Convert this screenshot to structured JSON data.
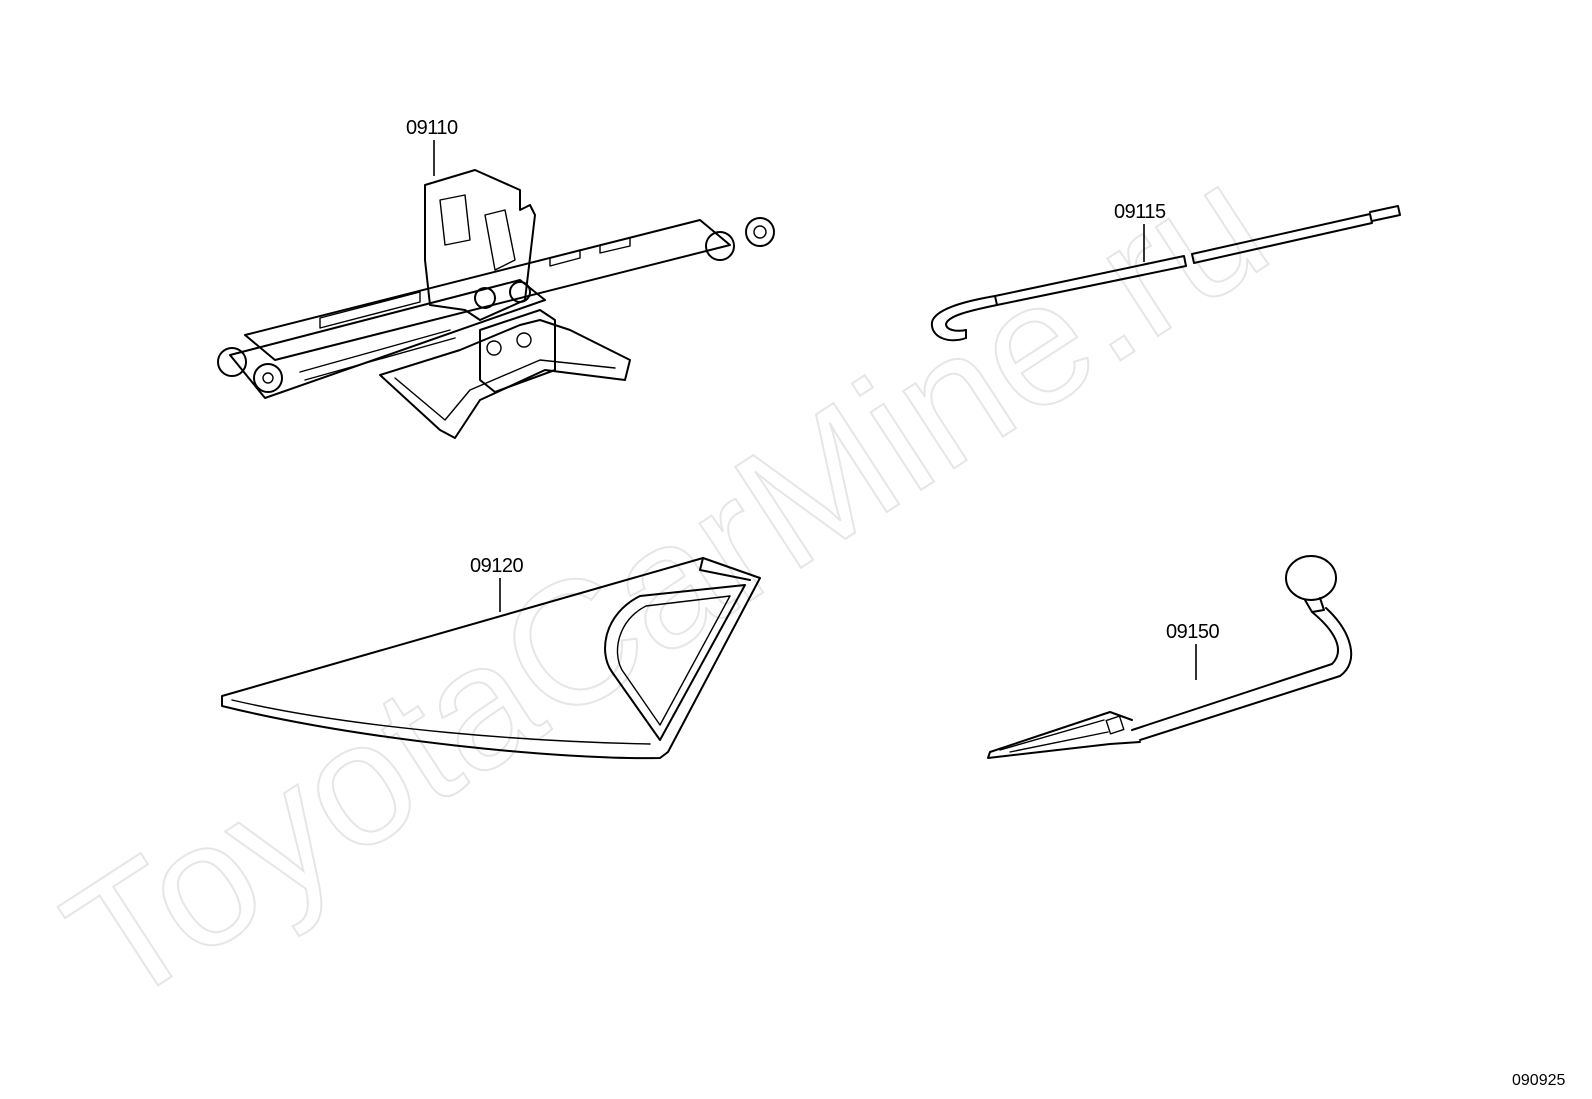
{
  "watermark": "ToyotaCarMine.ru",
  "diagram_id": "090925",
  "parts": [
    {
      "id": "jack",
      "number": "09110",
      "icon": "scissor-jack-icon"
    },
    {
      "id": "handle",
      "number": "09115",
      "icon": "jack-handle-rod-icon"
    },
    {
      "id": "stopper",
      "number": "09120",
      "icon": "wheel-chock-icon"
    },
    {
      "id": "wrench",
      "number": "09150",
      "icon": "lug-wrench-icon"
    }
  ]
}
